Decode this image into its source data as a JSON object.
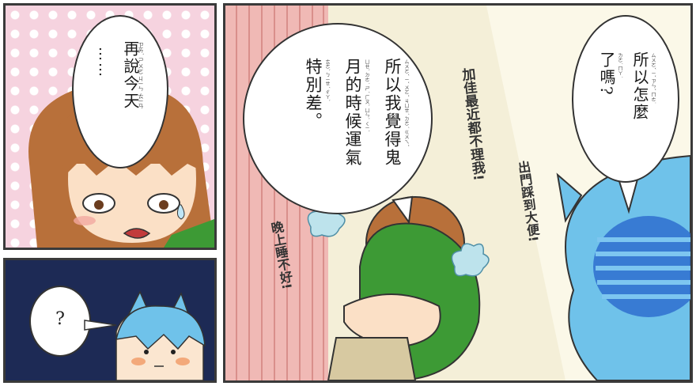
{
  "panel1": {
    "dialogue_main": "再說今天",
    "ellipsis": "……",
    "ruby": "ㄗㄞˋ ㄕㄨㄛ ㄐㄧㄣ ㄊㄧㄢ"
  },
  "panel2": {
    "question": "?"
  },
  "panel3": {
    "speech_left": [
      "所以我覺得鬼",
      "月的時候運氣",
      "特別差。"
    ],
    "speech_left_ruby": [
      "ㄙㄨㄛˇ ㄧˇ ㄨㄛˇ ㄐㄩㄝˊ ㄉㄜˊ ㄍㄨㄟˇ",
      "ㄩㄝˋ ㄉㄜ˙ ㄕˊ ㄏㄡˋ ㄩㄣˋ ㄑㄧˋ",
      "ㄊㄜˋ ㄅㄧㄝˊ ㄔㄚˋ"
    ],
    "speech_right": [
      "所以怎麼",
      "了嗎?"
    ],
    "speech_right_ruby": [
      "ㄙㄨㄛˇ ㄧˇ ㄗㄣˇ ㄇㄜ˙",
      "ㄌㄜ˙ ㄇㄚ˙"
    ],
    "note_center": "加佳最近都不理我!",
    "note_right": "出門踩到大便!",
    "note_left": "晚上睡不好!"
  },
  "colors": {
    "panel1_bg": "#f6d3df",
    "panel2_bg": "#1d2a55",
    "panel3_bg": "#f4efd8",
    "hair_brown": "#b8703a",
    "shirt_green": "#3d9a35",
    "curtain_pink": "#f0b9b5",
    "ghost_blue": "#6fc2ea"
  }
}
